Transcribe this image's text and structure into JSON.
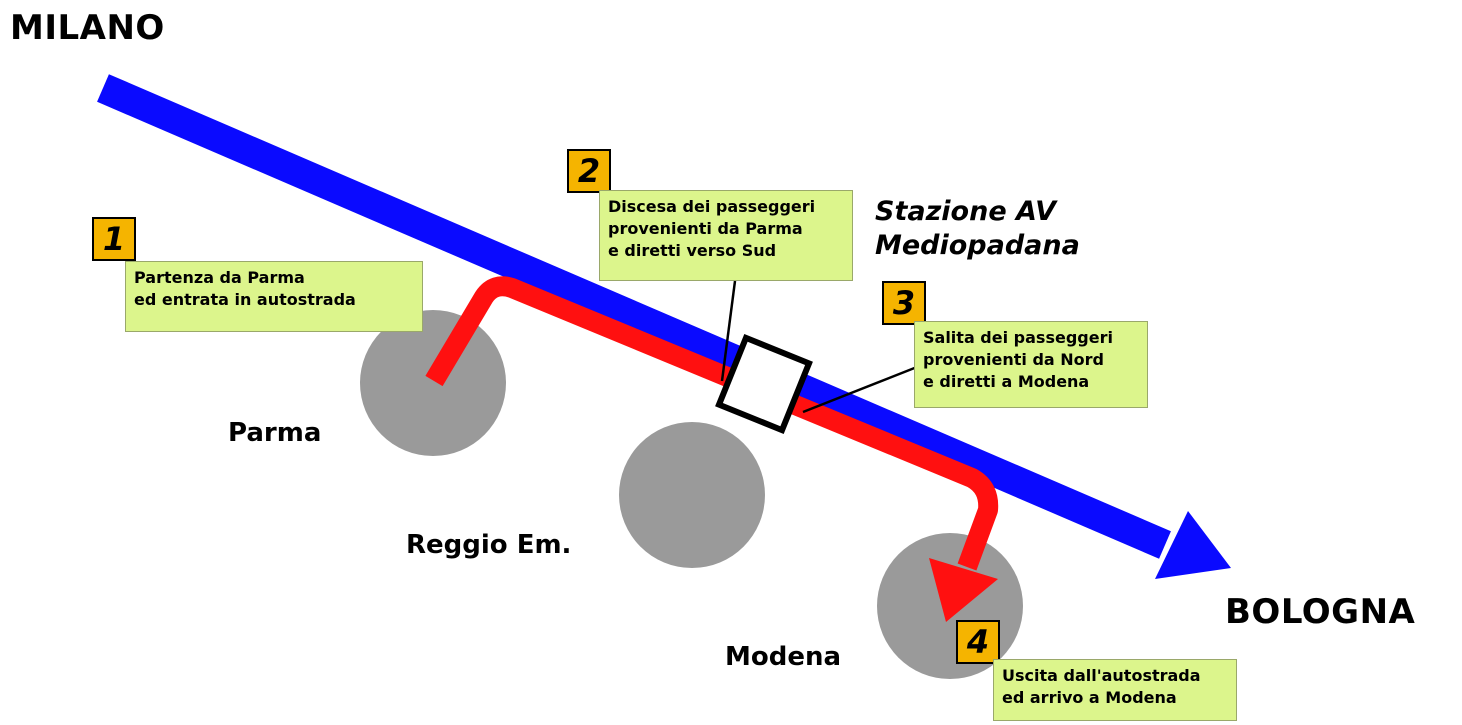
{
  "cities": {
    "milano": "MILANO",
    "bologna": "BOLOGNA",
    "parma": "Parma",
    "reggio": "Reggio Em.",
    "modena": "Modena"
  },
  "station": {
    "line1": "Stazione AV",
    "line2": "Mediopadana"
  },
  "steps": [
    {
      "number": "1",
      "lines": [
        "Partenza da Parma",
        "ed entrata in autostrada"
      ]
    },
    {
      "number": "2",
      "lines": [
        "Discesa dei passeggeri",
        "provenienti da Parma",
        "e diretti verso Sud"
      ]
    },
    {
      "number": "3",
      "lines": [
        "Salita dei passeggeri",
        "provenienti da Nord",
        "e diretti a Modena"
      ]
    },
    {
      "number": "4",
      "lines": [
        "Uscita dall'autostrada",
        "ed arrivo a Modena"
      ]
    }
  ],
  "colors": {
    "rail_line": "#0a0aff",
    "motorway_route": "#ff1010",
    "city_area": "#9a9a9a",
    "badge": "#f5b400",
    "note_box": "#dcf58c"
  }
}
